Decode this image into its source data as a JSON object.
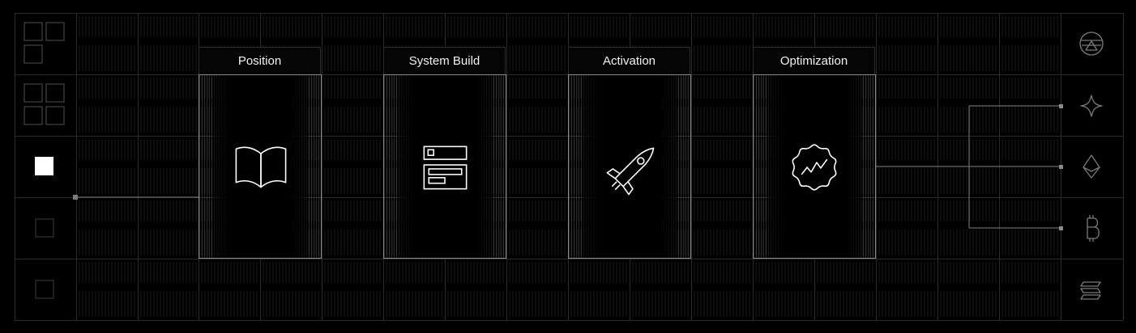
{
  "steps": [
    {
      "label": "Position",
      "icon": "open-book-icon"
    },
    {
      "label": "System Build",
      "icon": "layout-panel-icon"
    },
    {
      "label": "Activation",
      "icon": "rocket-icon"
    },
    {
      "label": "Optimization",
      "icon": "trend-badge-icon"
    }
  ],
  "left_rail_icons": [
    "grid-three-tiles-icon",
    "grid-four-tiles-icon",
    "active-square-icon",
    "square-outline-icon",
    "square-outline-icon"
  ],
  "right_rail_icons": [
    "arweave-logo-icon",
    "sparkle-star-icon",
    "ethereum-logo-icon",
    "bitcoin-logo-icon",
    "solana-logo-icon"
  ],
  "colors": {
    "background": "#000000",
    "grid_line": "#2b2b2b",
    "card_border": "#8a8a8a",
    "text": "#f2f2f2",
    "accent": "#ffffff"
  }
}
